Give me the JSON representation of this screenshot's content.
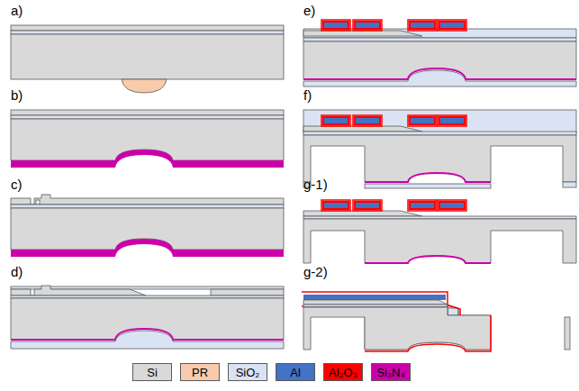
{
  "diagram": {
    "labels": [
      "a)",
      "b)",
      "c)",
      "d)",
      "e)",
      "f)",
      "g-1)",
      "g-2)"
    ],
    "legend": [
      {
        "text": "Si",
        "color": "#d9d9d9"
      },
      {
        "text": "PR",
        "color": "#f8cbad"
      },
      {
        "text": "SiO₂",
        "color": "#dae3f3"
      },
      {
        "text": "Al",
        "color": "#4472c4"
      },
      {
        "text": "Al₂O₃",
        "color": "#ff0000"
      },
      {
        "text": "Si₃N₄",
        "color": "#cc00aa"
      }
    ]
  }
}
